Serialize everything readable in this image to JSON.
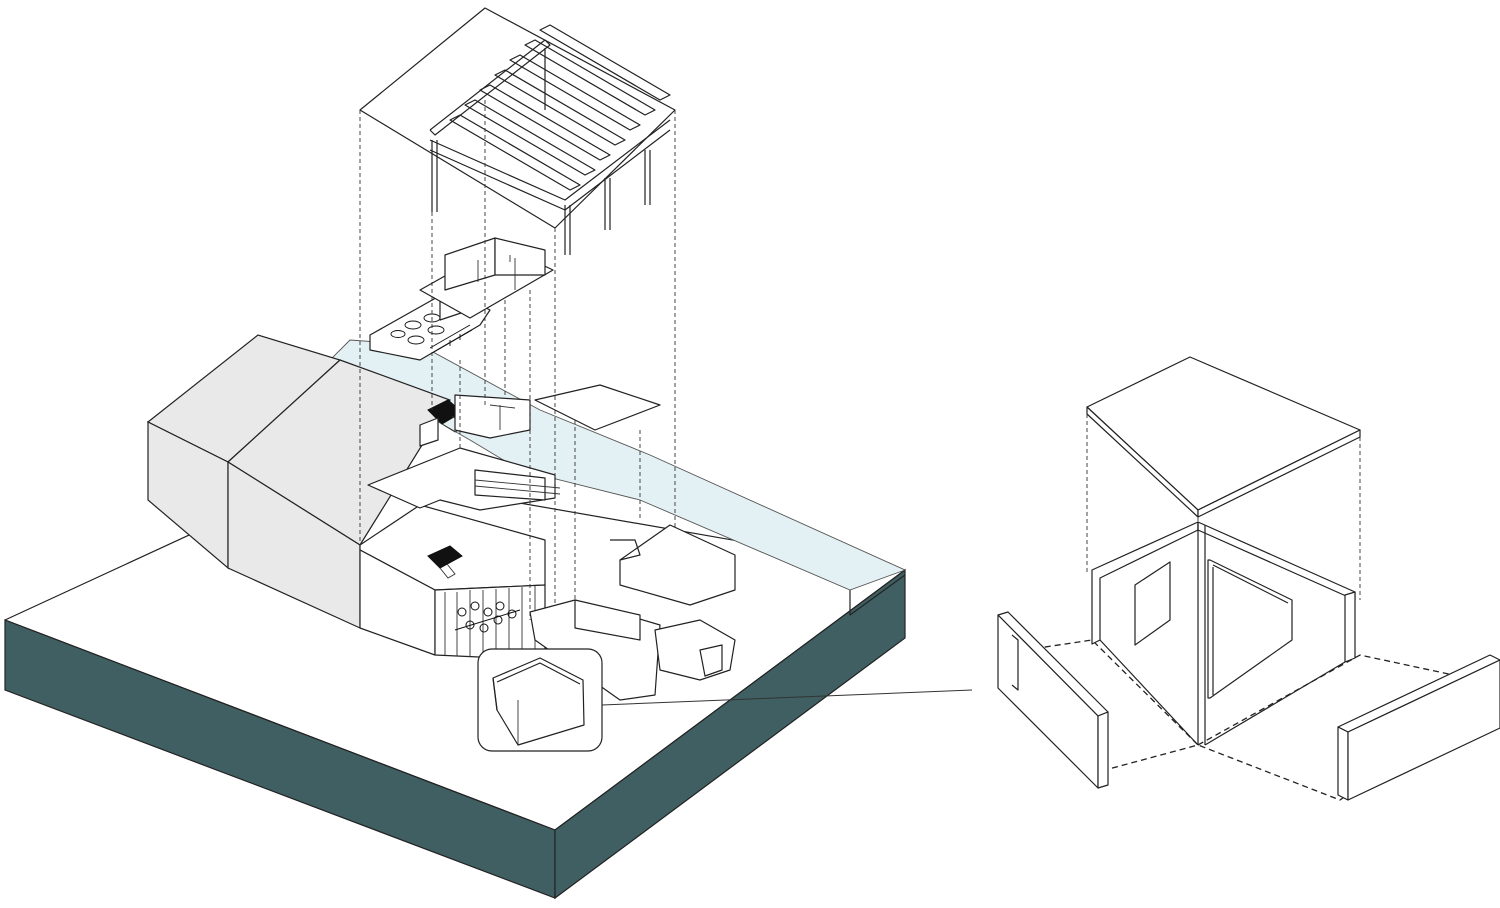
{
  "colors": {
    "background": "#ffffff",
    "base_slab_side": "#405f62",
    "existing_building": "#e9e9e9",
    "glazing_band": "#e3f0f4",
    "line": "#222222"
  },
  "views": [
    {
      "name": "exploded-axonometric",
      "layers": [
        "roof-frame",
        "upper-offices",
        "meeting-tables",
        "mezzanine-stairs",
        "ground-floor-seating",
        "pods"
      ]
    },
    {
      "name": "pod-detail-exploded"
    }
  ]
}
